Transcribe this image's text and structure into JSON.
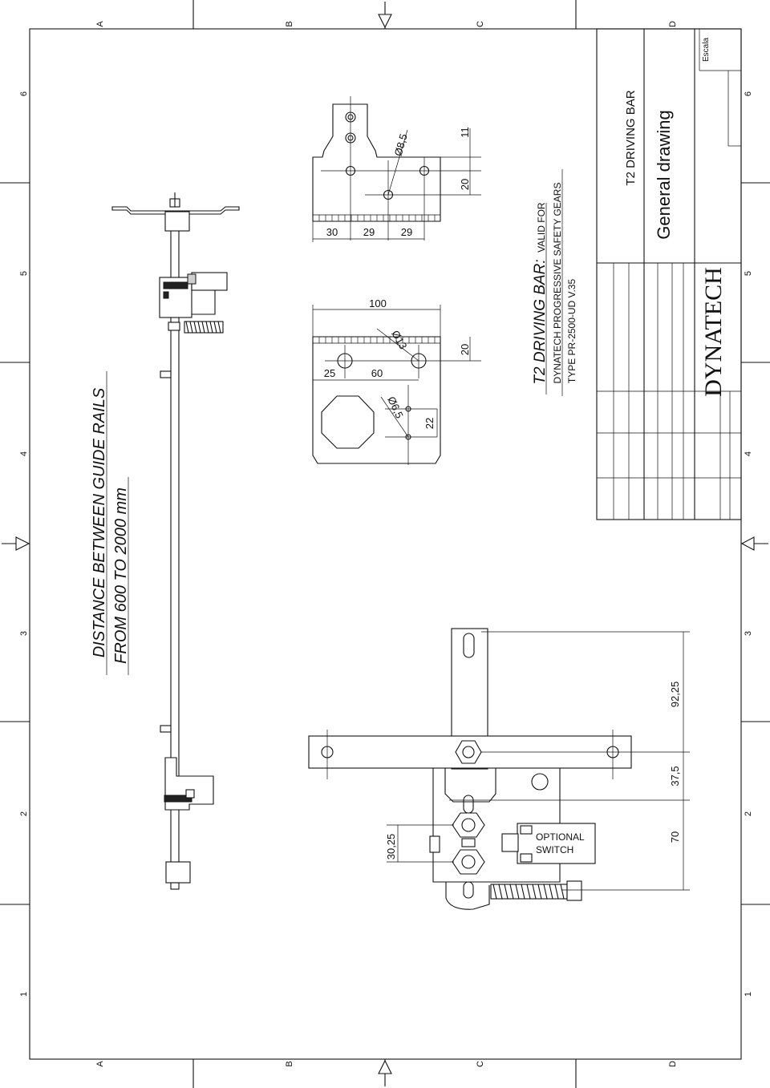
{
  "frame": {
    "cols": [
      "A",
      "B",
      "C",
      "D"
    ],
    "rows": [
      "6",
      "5",
      "4",
      "3",
      "2",
      "1"
    ]
  },
  "title_block": {
    "product": "T2 DRIVING BAR",
    "sheet": "General drawing",
    "scale_label": "Escala",
    "logo": "DYNATECH"
  },
  "notes": {
    "heading_main": "T2 DRIVING BAR:",
    "heading_tail": "VALID FOR",
    "line2": "DYNATECH PROGRESSIVE SAFETY GEARS",
    "line3": "TYPE PR-2500-UD V.35"
  },
  "guide_rails": {
    "line1": "DISTANCE BETWEEN GUIDE RAILS",
    "line2": "FROM 600 TO 2000 mm"
  },
  "dimensions": {
    "top_plate": {
      "d1": "Ø8,5",
      "d2": "11",
      "d3": "20",
      "d4": "30",
      "d5": "29",
      "d6": "29"
    },
    "lower_plate": {
      "d1": "100",
      "d2": "Ø13",
      "d3": "20",
      "d4": "25",
      "d5": "60",
      "d6": "Ø6,5",
      "d7": "22"
    },
    "assembly": {
      "d1": "92,25",
      "d2": "37,5",
      "d3": "70",
      "d4": "30,25"
    }
  },
  "labels": {
    "optional_line1": "OPTIONAL",
    "optional_line2": "SWITCH"
  }
}
